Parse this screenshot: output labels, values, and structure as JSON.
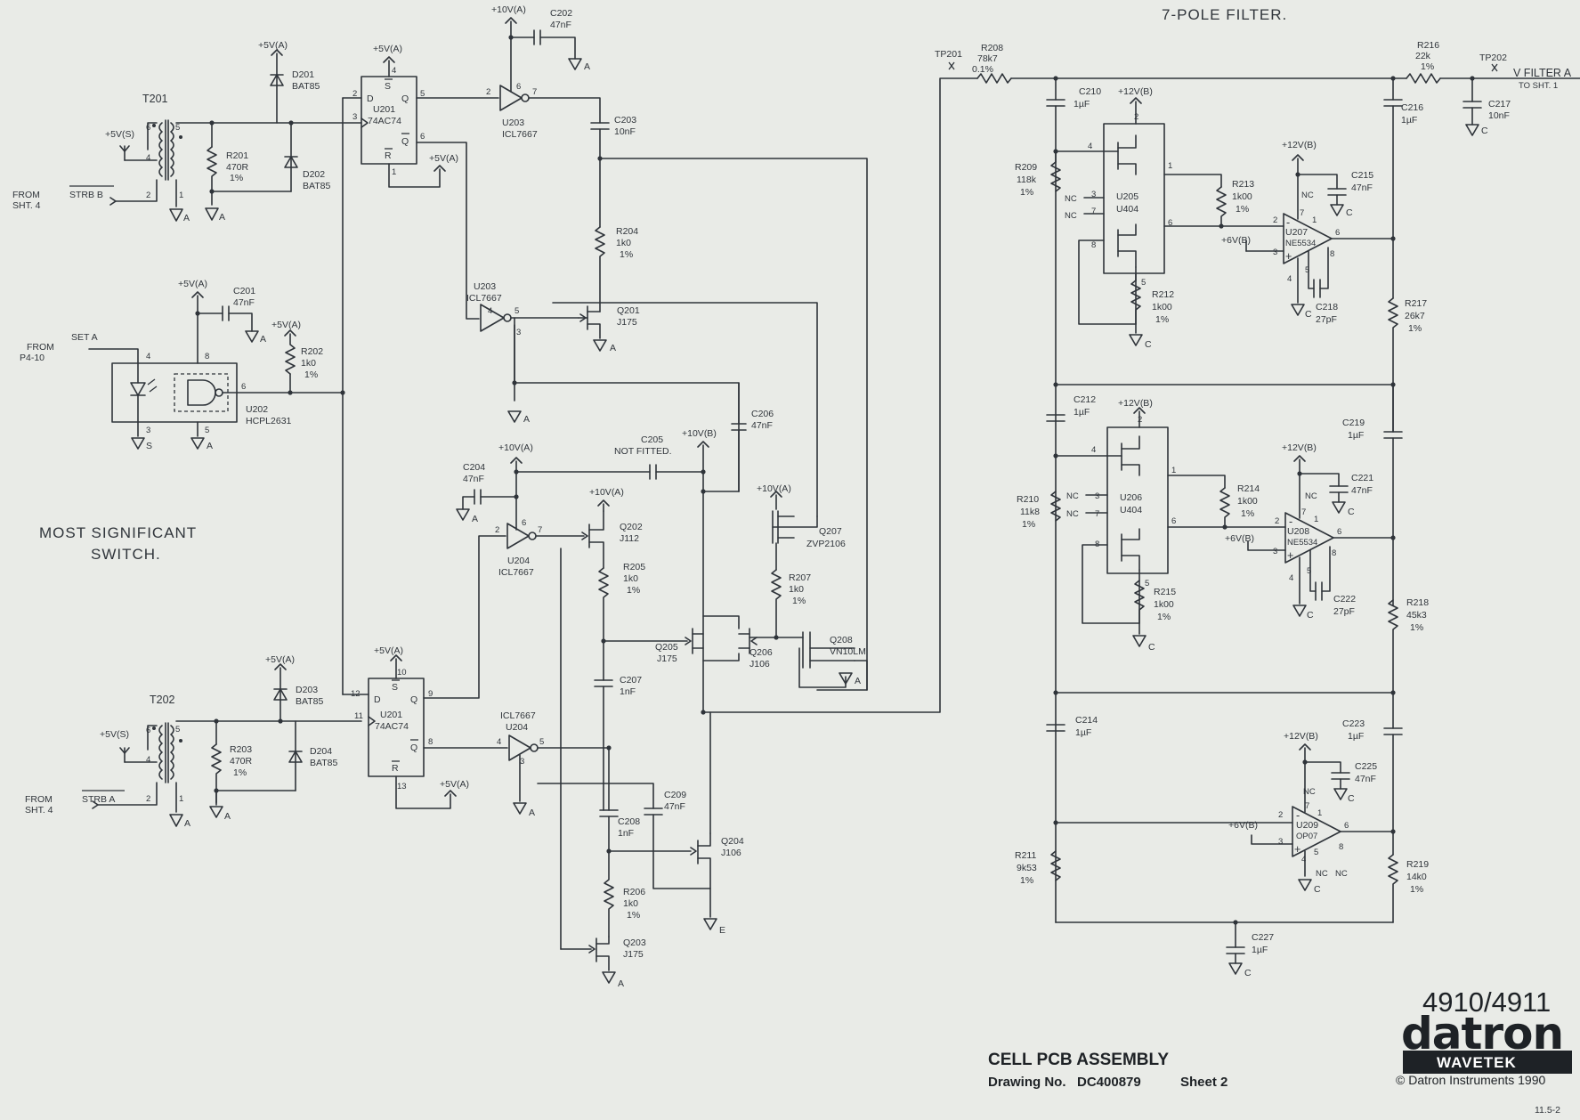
{
  "headings": {
    "filter": "7-POLE FILTER.",
    "switch_line1": "MOST SIGNIFICANT",
    "switch_line2": "SWITCH."
  },
  "title_block": {
    "model": "4910/4911",
    "logo": "datron",
    "logo_sub": "WAVETEK",
    "title": "CELL PCB ASSEMBLY",
    "drawing_label": "Drawing No.",
    "drawing_no": "DC400879",
    "sheet": "Sheet 2",
    "copyright": "© Datron Instruments 1990",
    "page_ref": "11.5-2"
  },
  "connections": {
    "from_sht4_a": "FROM",
    "from_sht4_a2": "SHT. 4",
    "strb_b": "STRB B",
    "from_p4": "FROM",
    "from_p4_2": "P4-10",
    "set_a": "SET A",
    "from_sht4_b": "FROM",
    "from_sht4_b2": "SHT. 4",
    "strb_a": "STRB A",
    "vfilter": "V FILTER A",
    "to_sht1": "TO SHT. 1"
  },
  "testpoints": {
    "tp201": "TP201",
    "tp202": "TP202"
  },
  "rails": {
    "p5a": "+5V(A)",
    "p5s": "+5V(S)",
    "p10a": "+10V(A)",
    "p10b": "+10V(B)",
    "p12b": "+12V(B)",
    "p6b": "+6V(B)",
    "gnd_a": "A",
    "gnd_c": "C",
    "gnd_e": "E",
    "gnd_s": "S"
  },
  "components": {
    "t201": "T201",
    "t202": "T202",
    "d201": "D201",
    "d202": "D202",
    "d203": "D203",
    "d204": "D204",
    "bat85": "BAT85",
    "r201": "R201",
    "r201v": "470R",
    "pct": "1%",
    "r202": "R202",
    "r202v": "1k0",
    "r203": "R203",
    "r203v": "470R",
    "r204": "R204",
    "r204v": "1k0",
    "r205": "R205",
    "r205v": "1k0",
    "r206": "R206",
    "r206v": "1k0",
    "r207": "R207",
    "r207v": "1k0",
    "r208": "R208",
    "r208v": "78k7",
    "r208t": "0.1%",
    "r209": "R209",
    "r209v": "118k",
    "r210": "R210",
    "r210v": "11k8",
    "r211": "R211",
    "r211v": "9k53",
    "r212": "R212",
    "r212v": "1k00",
    "r213": "R213",
    "r213v": "1k00",
    "r214": "R214",
    "r214v": "1k00",
    "r215": "R215",
    "r215v": "1k00",
    "r216": "R216",
    "r216v": "22k",
    "r217": "R217",
    "r217v": "26k7",
    "r218": "R218",
    "r218v": "45k3",
    "r219": "R219",
    "r219v": "14k0",
    "c201": "C201",
    "c201v": "47nF",
    "c202": "C202",
    "c202v": "47nF",
    "c203": "C203",
    "c203v": "10nF",
    "c204": "C204",
    "c204v": "47nF",
    "c205": "C205",
    "c205v": "NOT FITTED.",
    "c206": "C206",
    "c206v": "47nF",
    "c207": "C207",
    "c207v": "1nF",
    "c208": "C208",
    "c208v": "1nF",
    "c209": "C209",
    "c209v": "47nF",
    "c210": "C210",
    "c210v": "1µF",
    "c212": "C212",
    "c212v": "1µF",
    "c214": "C214",
    "c214v": "1µF",
    "c215": "C215",
    "c215v": "47nF",
    "c216": "C216",
    "c216v": "1µF",
    "c217": "C217",
    "c217v": "10nF",
    "c218": "C218",
    "c218v": "27pF",
    "c219": "C219",
    "c219v": "1µF",
    "c221": "C221",
    "c221v": "47nF",
    "c222": "C222",
    "c222v": "27pF",
    "c223": "C223",
    "c223v": "1µF",
    "c225": "C225",
    "c225v": "47nF",
    "c227": "C227",
    "c227v": "1µF",
    "u201": "U201",
    "u201v": "74AC74",
    "u202": "U202",
    "u202v": "HCPL2631",
    "u203": "U203",
    "u203v": "ICL7667",
    "u204": "U204",
    "u204v": "ICL7667",
    "u205": "U205",
    "u206": "U206",
    "u404": "U404",
    "u207": "U207",
    "u208": "U208",
    "ne5534": "NE5534",
    "u209": "U209",
    "op07": "OP07",
    "q201": "Q201",
    "q201v": "J175",
    "q202": "Q202",
    "q202v": "J112",
    "q203": "Q203",
    "q203v": "J175",
    "q204": "Q204",
    "q204v": "J106",
    "q205": "Q205",
    "q205v": "J175",
    "q206": "Q206",
    "q206v": "J106",
    "q207": "Q207",
    "q207v": "ZVP2106",
    "q208": "Q208",
    "q208v": "VN10LM",
    "nc": "NC",
    "ff_d": "D",
    "ff_q": "Q",
    "ff_qb": "Q",
    "ff_s": "S",
    "ff_r": "R"
  }
}
